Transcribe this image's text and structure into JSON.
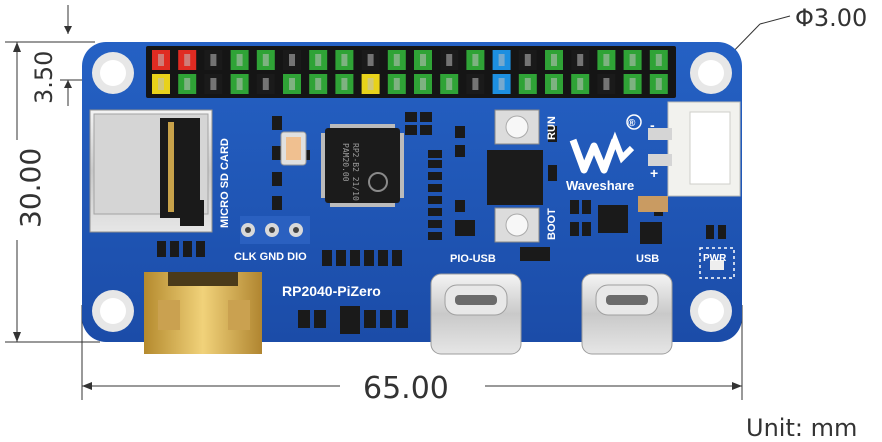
{
  "dimensions": {
    "hole_diameter": "Φ3.00",
    "hole_offset": "3.50",
    "board_height": "30.00",
    "board_width": "65.00",
    "unit": "Unit: mm"
  },
  "board": {
    "pcb_color": "#1f55b8",
    "model_label": "RP2040-PiZero",
    "brand_label": "Waveshare",
    "chip_text": [
      "RP2-B2  21/10",
      "PAM20.00"
    ],
    "labels": {
      "sd_card": "MICRO SD CARD",
      "swd": "CLK GND DIO",
      "run": "RUN",
      "boot": "BOOT",
      "pio_usb": "PIO-USB",
      "usb": "USB",
      "pwr": "PWR",
      "registered": "®",
      "plus": "+",
      "minus": "-"
    }
  },
  "header_pins": {
    "top_colors": [
      "#e02b22",
      "#e02b22",
      "#1a1a1a",
      "#2fa336",
      "#2fa336",
      "#1a1a1a",
      "#2fa336",
      "#2fa336",
      "#1a1a1a",
      "#2fa336",
      "#2fa336",
      "#1a1a1a",
      "#2fa336",
      "#1d8fe0",
      "#1a1a1a",
      "#2fa336",
      "#1a1a1a",
      "#2fa336",
      "#2fa336",
      "#2fa336"
    ],
    "bottom_colors": [
      "#e8d21a",
      "#2fa336",
      "#1a1a1a",
      "#2fa336",
      "#1a1a1a",
      "#2fa336",
      "#2fa336",
      "#2fa336",
      "#e8d21a",
      "#2fa336",
      "#2fa336",
      "#2fa336",
      "#1a1a1a",
      "#1d8fe0",
      "#2fa336",
      "#2fa336",
      "#2fa336",
      "#1a1a1a",
      "#2fa336",
      "#2fa336"
    ]
  }
}
